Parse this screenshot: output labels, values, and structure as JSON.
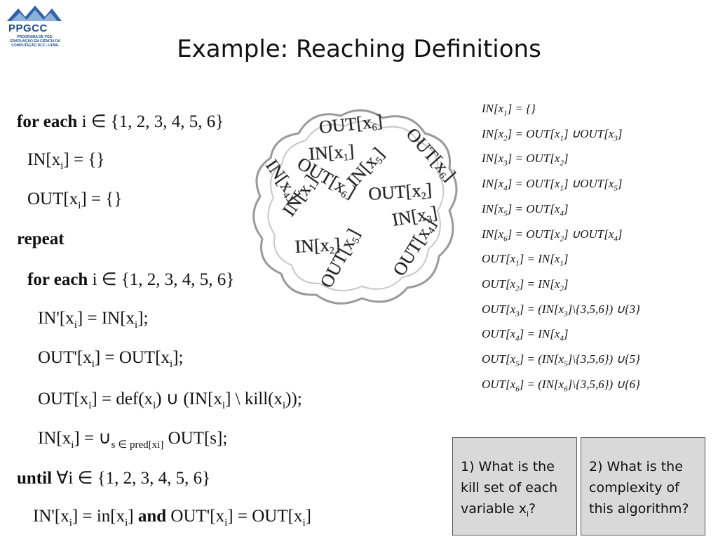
{
  "logo": {
    "name": "PPGCC",
    "subtitle": "PROGRAMA DE PÓS-GRADUAÇÃO EM CIÊNCIA DA COMPUTAÇÃO DCC • UFMG"
  },
  "title": "Example: Reaching Definitions",
  "algorithm": {
    "for_each_kw": "for each",
    "set_text": " i ∈ {1, 2, 3, 4, 5, 6}",
    "in_init_a": "IN[x",
    "in_init_sub": "i",
    "in_init_b": "] = {}",
    "out_init_a": "OUT[x",
    "out_init_sub": "i",
    "out_init_b": "] = {}",
    "repeat_kw": "repeat",
    "for_each_kw2": "for each",
    "set_text2": " i ∈ {1, 2, 3, 4, 5, 6}",
    "save_in_a": "IN'[x",
    "save_in_sub1": "i",
    "save_in_b": "] = IN[x",
    "save_in_sub2": "i",
    "save_in_c": "];",
    "save_out_a": "OUT'[x",
    "save_out_sub1": "i",
    "save_out_b": "] = OUT[x",
    "save_out_sub2": "i",
    "save_out_c": "];",
    "out_upd_a": "OUT[x",
    "out_upd_sub1": "i",
    "out_upd_b": "] = def(x",
    "out_upd_sub2": "i",
    "out_upd_c": ") ∪ (IN[x",
    "out_upd_sub3": "i",
    "out_upd_d": "] \\ kill(x",
    "out_upd_sub4": "i",
    "out_upd_e": "));",
    "in_upd_a": "IN[x",
    "in_upd_sub1": "i",
    "in_upd_b": "] = ∪",
    "in_upd_sub2": "s ∈ pred[xi]",
    "in_upd_c": " OUT[s];",
    "until_kw": "until",
    "until_text": " ∀i ∈ {1, 2, 3, 4, 5, 6}",
    "cond_a": "IN'[x",
    "cond_sub1": "i",
    "cond_b": "] = in[x",
    "cond_sub2": "i",
    "cond_c": "] ",
    "and_kw": "and",
    "cond_d": " OUT'[x",
    "cond_sub3": "i",
    "cond_e": "] = OUT[x",
    "cond_sub4": "i",
    "cond_f": "]"
  },
  "cloud": {
    "labels": [
      "OUT[x",
      "IN[x",
      "OUT[x",
      "IN[x",
      "IN[x",
      "OUT[x",
      "IN[x",
      "IN[x",
      "OUT[x",
      "IN[x",
      "OUT[x",
      "OUT[x"
    ],
    "subs": [
      "6",
      "1",
      "6",
      "4",
      "5",
      "6",
      "1",
      "3",
      "2",
      "2",
      "5",
      "4"
    ]
  },
  "equations": [
    {
      "a": "IN[x",
      "s1": "1",
      "b": "] = {}",
      "s2": "",
      "c": "",
      "s3": "",
      "d": ""
    },
    {
      "a": "IN[x",
      "s1": "2",
      "b": "] = OUT[x",
      "s2": "1",
      "c": "] ∪OUT[x",
      "s3": "3",
      "d": "]"
    },
    {
      "a": "IN[x",
      "s1": "3",
      "b": "] = OUT[x",
      "s2": "2",
      "c": "]",
      "s3": "",
      "d": ""
    },
    {
      "a": "IN[x",
      "s1": "4",
      "b": "] = OUT[x",
      "s2": "1",
      "c": "] ∪OUT[x",
      "s3": "5",
      "d": "]"
    },
    {
      "a": "IN[x",
      "s1": "5",
      "b": "] = OUT[x",
      "s2": "4",
      "c": "]",
      "s3": "",
      "d": ""
    },
    {
      "a": "IN[x",
      "s1": "6",
      "b": "] = OUT[x",
      "s2": "2",
      "c": "] ∪OUT[x",
      "s3": "4",
      "d": "]"
    },
    {
      "a": "OUT[x",
      "s1": "1",
      "b": "] = IN[x",
      "s2": "1",
      "c": "]",
      "s3": "",
      "d": ""
    },
    {
      "a": "OUT[x",
      "s1": "2",
      "b": "] = IN[x",
      "s2": "2",
      "c": "]",
      "s3": "",
      "d": ""
    },
    {
      "a": "OUT[x",
      "s1": "3",
      "b": "] = (IN[x",
      "s2": "3",
      "c": "]\\{3,5,6}) ∪{3}",
      "s3": "",
      "d": ""
    },
    {
      "a": "OUT[x",
      "s1": "4",
      "b": "] = IN[x",
      "s2": "4",
      "c": "]",
      "s3": "",
      "d": ""
    },
    {
      "a": "OUT[x",
      "s1": "5",
      "b": "] = (IN[x",
      "s2": "5",
      "c": "]\\{3,5,6}) ∪{5}",
      "s3": "",
      "d": ""
    },
    {
      "a": "OUT[x",
      "s1": "6",
      "b": "] = (IN[x",
      "s2": "6",
      "c": "]\\{3,5,6}) ∪{6}",
      "s3": "",
      "d": ""
    }
  ],
  "questions": {
    "q1_a": "1) What is the kill set of each variable x",
    "q1_sub": "i",
    "q1_b": "?",
    "q2": "2) What is the complexity of this algorithm?",
    "box_color": "#d9d9d9"
  }
}
